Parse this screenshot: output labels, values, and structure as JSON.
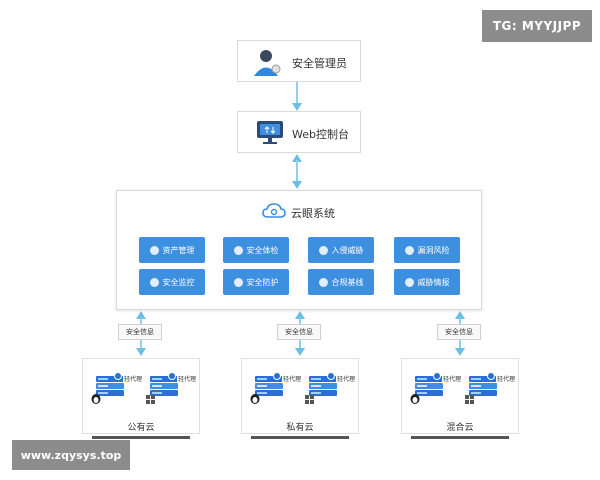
{
  "watermarks": {
    "tg": "TG: MYYJJPP",
    "site": "www.zqysys.top"
  },
  "nodes": {
    "admin": {
      "label": "安全管理员"
    },
    "console": {
      "label": "Web控制台"
    },
    "system": {
      "label": "云眼系统"
    }
  },
  "modules": [
    {
      "label": "资产管理"
    },
    {
      "label": "安全体检"
    },
    {
      "label": "入侵威胁"
    },
    {
      "label": "漏洞风险"
    },
    {
      "label": "安全监控"
    },
    {
      "label": "安全防护"
    },
    {
      "label": "合规基线"
    },
    {
      "label": "威胁情报"
    }
  ],
  "edges": {
    "info_label": "安全信息"
  },
  "clouds": [
    {
      "name": "公有云",
      "proxy": "轻代理"
    },
    {
      "name": "私有云",
      "proxy": "轻代理"
    },
    {
      "name": "混合云",
      "proxy": "轻代理"
    }
  ],
  "colors": {
    "accent": "#3d8fe0",
    "connector": "#6bbfe3"
  },
  "icons": [
    "user-icon",
    "monitor-icon",
    "cloud-icon",
    "server-icon",
    "linux-icon",
    "windows-icon"
  ]
}
